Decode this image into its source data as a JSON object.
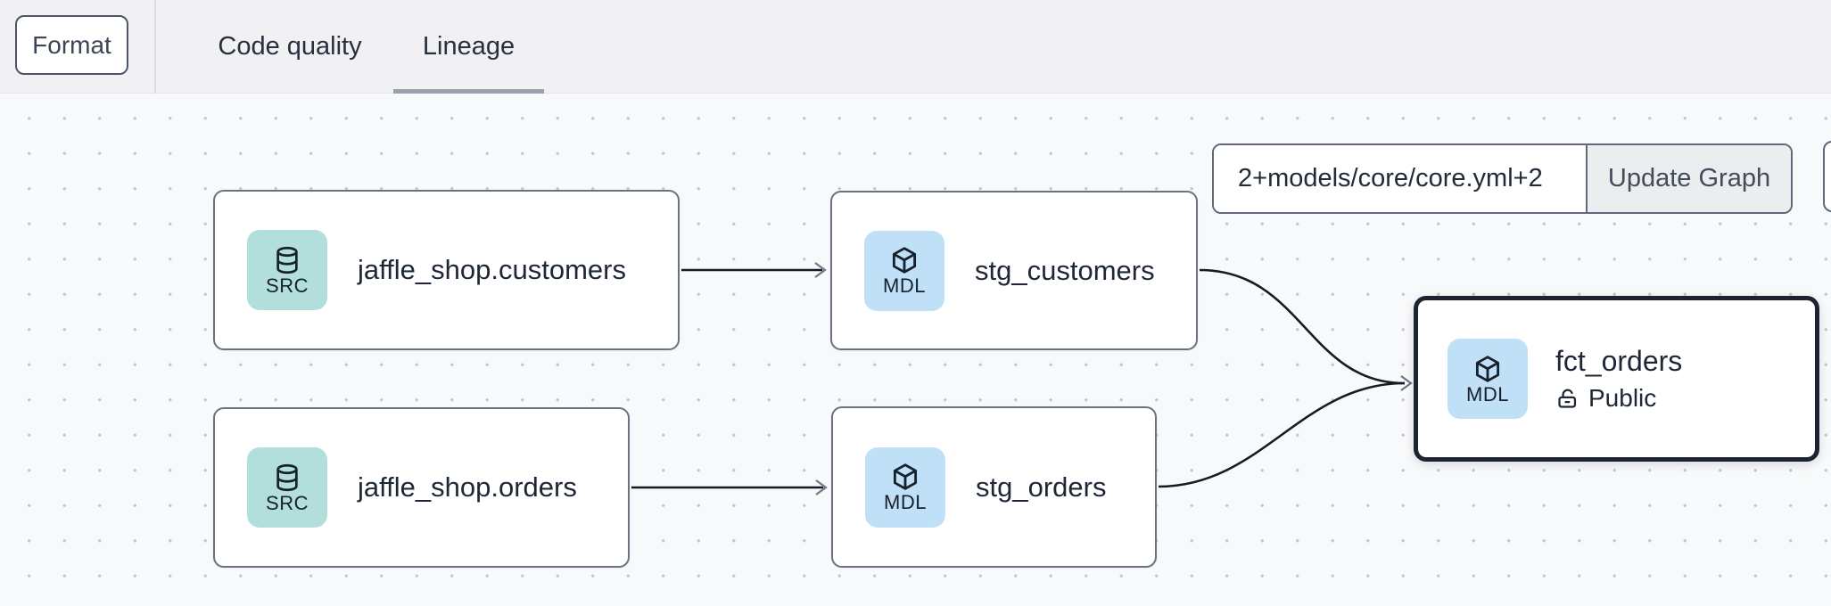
{
  "topbar": {
    "format_button": "Format",
    "tabs": [
      {
        "label": "Code quality",
        "active": false
      },
      {
        "label": "Lineage",
        "active": true
      }
    ]
  },
  "graph_controls": {
    "selector_input": {
      "value": "2+models/core/core.yml+2"
    },
    "update_button": "Update Graph"
  },
  "lineage_graph": {
    "nodes": [
      {
        "label": "jaffle_shop.customers",
        "type": "SRC",
        "kind": "source"
      },
      {
        "label": "stg_customers",
        "type": "MDL",
        "kind": "model"
      },
      {
        "label": "jaffle_shop.orders",
        "type": "SRC",
        "kind": "source"
      },
      {
        "label": "stg_orders",
        "type": "MDL",
        "kind": "model"
      },
      {
        "label": "fct_orders",
        "type": "MDL",
        "kind": "model",
        "access": "Public",
        "selected": true
      }
    ],
    "edges": [
      {
        "from": "jaffle_shop.customers",
        "to": "stg_customers"
      },
      {
        "from": "jaffle_shop.orders",
        "to": "stg_orders"
      },
      {
        "from": "stg_customers",
        "to": "fct_orders"
      },
      {
        "from": "stg_orders",
        "to": "fct_orders"
      }
    ]
  },
  "colors": {
    "source_badge": "#b2dfdc",
    "model_badge": "#bfe0f7",
    "node_border": "#68737f",
    "selected_node_border": "#1d2330",
    "edge_line": "#171b21",
    "tab_underline": "#9aa1ac",
    "topbar_background": "#f1f1f3",
    "canvas_background": "#f8f9fa"
  }
}
